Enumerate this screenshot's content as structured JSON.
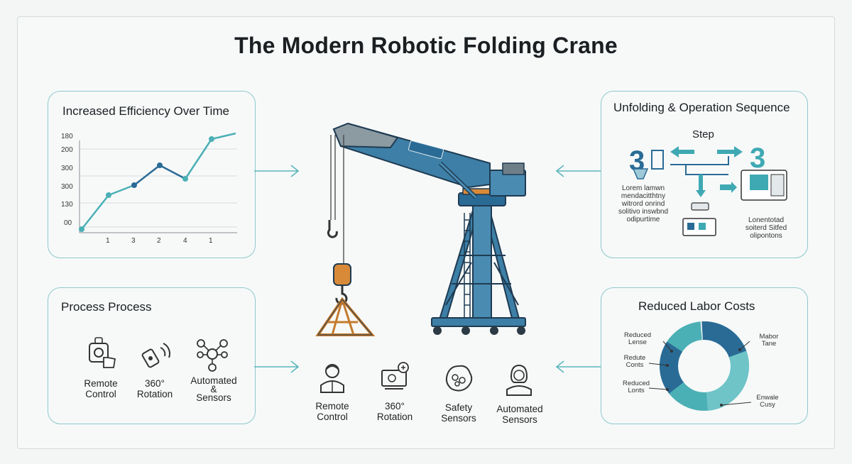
{
  "title": "The Modern Robotic Folding Crane",
  "efficiency_panel": {
    "title": "Increased Efficiency Over Time",
    "y_ticks": [
      "180",
      "200",
      "300",
      "300",
      "130",
      "00"
    ],
    "x_ticks": [
      "1",
      "3",
      "2",
      "4",
      "1"
    ]
  },
  "process_panel": {
    "title": "Process Process",
    "items": [
      {
        "label": "Remote\nControl",
        "icon": "remote-hand-icon"
      },
      {
        "label": "360°\nRotation",
        "icon": "rotation-remote-icon"
      },
      {
        "label": "Automated\n&\nSensors",
        "icon": "sensor-network-icon"
      }
    ]
  },
  "sequence_panel": {
    "title": "Unfolding & Operation Sequence",
    "step_label": "Step",
    "step_left": "3",
    "step_right": "3",
    "note_left": "Lorem lamwn\nmendacitthtny\nwitrord onrind\nsolitivo inswbnd\nodipurtime",
    "note_right": "Lonentotad\nsoiterd Sitfed\nolipontons"
  },
  "labor_panel": {
    "title": "Reduced Labor Costs",
    "labels": [
      "Reduced\nLense",
      "Redute\nConts",
      "Reduced\nLonts",
      "Mabor\nTane",
      "Enwale\nCusy"
    ]
  },
  "bottom_features": [
    {
      "label": "Remote\nControl",
      "icon": "operator-icon"
    },
    {
      "label": "360°\nRotation",
      "icon": "rotation-icon"
    },
    {
      "label": "Safety\nSensors",
      "icon": "safety-sensor-icon"
    },
    {
      "label": "Automated\nSensors",
      "icon": "worker-icon"
    }
  ],
  "colors": {
    "panel_border": "#8ec8cb",
    "teal": "#3fa9b3",
    "navy": "#2a6b96",
    "crane_blue": "#3d7fa6",
    "orange": "#d98a38"
  }
}
